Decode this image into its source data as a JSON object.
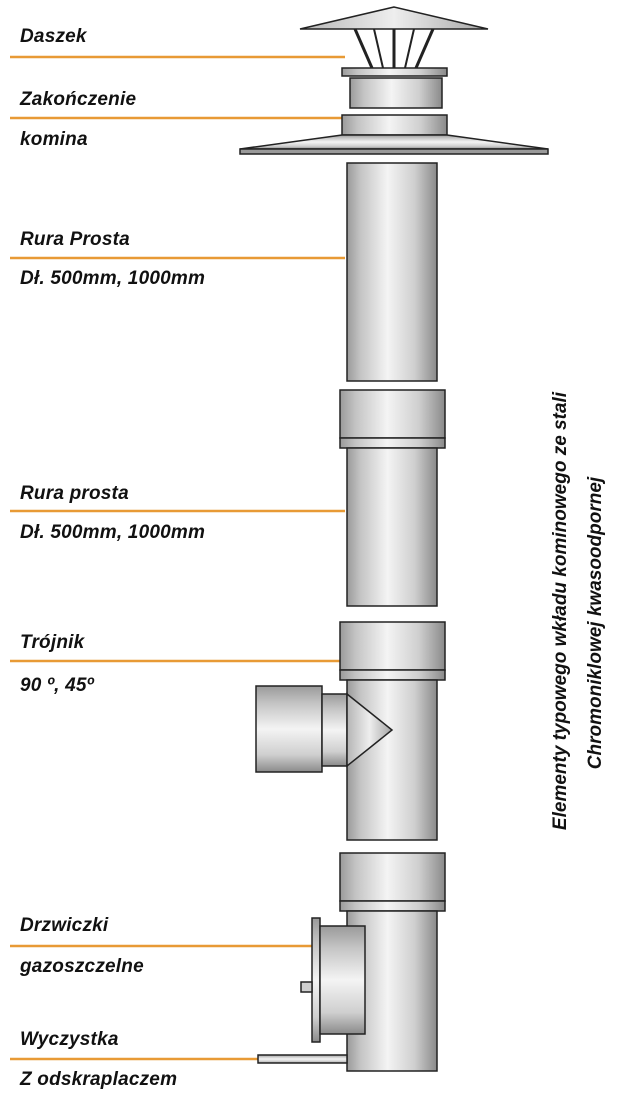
{
  "labels": {
    "daszek": "Daszek",
    "zakonczenie_line1": "Zakończenie",
    "zakonczenie_line2": "komina",
    "rura1_line1": "Rura Prosta",
    "rura1_line2": "Dł. 500mm, 1000mm",
    "rura2_line1": "Rura prosta",
    "rura2_line2": "Dł. 500mm, 1000mm",
    "trojnik_line1": "Trójnik",
    "trojnik_line2": "90 º, 45º",
    "drzwiczki_line1": "Drzwiczki",
    "drzwiczki_line2": "gazoszczelne",
    "wyczystka_line1": "Wyczystka",
    "wyczystka_line2": "Z odskraplaczem"
  },
  "side_text": {
    "line1": "Elementy typowego wkładu kominowego ze stali",
    "line2": "Chromoniklowej kwasoodpornej"
  },
  "colors": {
    "leader_line": "#e89a35",
    "pipe_light": "#f2f2f2",
    "pipe_mid": "#c8c8c8",
    "pipe_dark": "#8e8e8e",
    "outline": "#222222"
  }
}
